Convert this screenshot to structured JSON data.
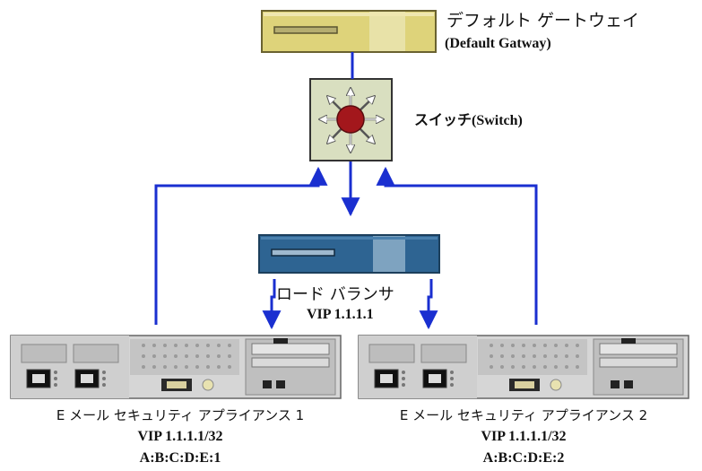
{
  "gateway": {
    "label_jp": "デフォルト ゲートウェイ",
    "label_en": "(Default Gatway)",
    "colors": {
      "body": "#ded37a",
      "band": "#e8e2a8",
      "edge": "#6a6230"
    }
  },
  "switch": {
    "label": "スイッチ(Switch)",
    "colors": {
      "body": "#d9dfc0",
      "hub": "#a3171c",
      "edge": "#333333"
    }
  },
  "load_balancer": {
    "label_jp": "ロード バランサ",
    "vip": "VIP 1.1.1.1",
    "colors": {
      "body": "#2e6492",
      "band": "#7ea3c0",
      "edge": "#1c3f5c"
    }
  },
  "appliances": [
    {
      "name": "E メール セキュリティ アプライアンス 1",
      "vip": "VIP 1.1.1.1/32",
      "mac": "A:B:C:D:E:1"
    },
    {
      "name": "E メール セキュリティ アプライアンス 2",
      "vip": "VIP 1.1.1.1/32",
      "mac": "A:B:C:D:E:2"
    }
  ],
  "connector_color": "#1a2fd0"
}
